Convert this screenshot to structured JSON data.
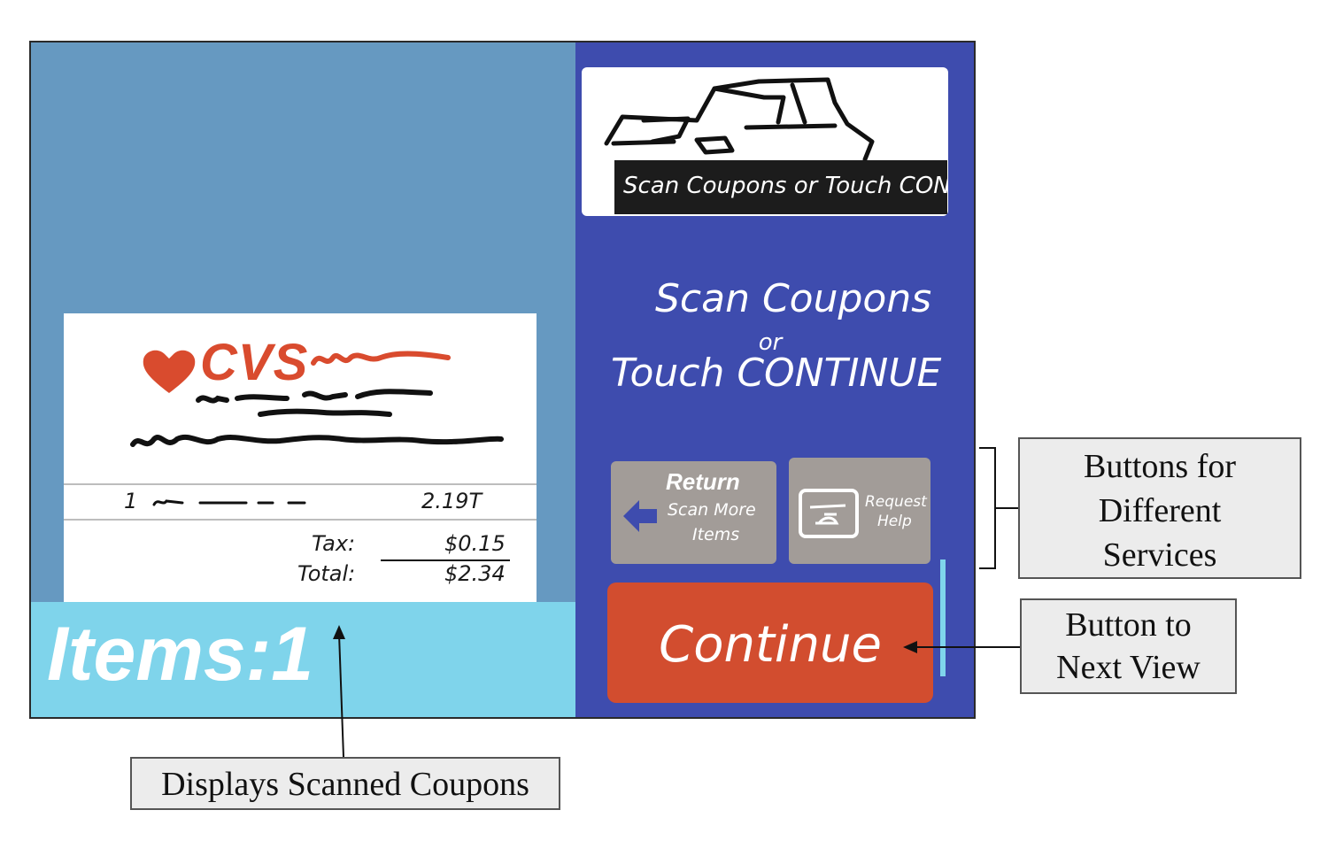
{
  "receipt": {
    "store_name": "CVS",
    "item_qty": "1",
    "item_price": "2.19T",
    "tax_label": "Tax:",
    "tax_value": "$0.15",
    "total_label": "Total:",
    "total_value": "$2.34"
  },
  "items_bar": {
    "label": "Items:1"
  },
  "scanner_card": {
    "caption": "Scan Coupons or Touch CONTINUE"
  },
  "prompt": {
    "line1": "Scan Coupons",
    "or": "or",
    "line2": "Touch CONTINUE"
  },
  "buttons": {
    "return_title": "Return",
    "return_sub1": "Scan More",
    "return_sub2": "Items",
    "help_line1": "Request",
    "help_line2": "Help",
    "continue": "Continue"
  },
  "annotations": {
    "services_line1": "Buttons for",
    "services_line2": "Different",
    "services_line3": "Services",
    "next_line1": "Button to",
    "next_line2": "Next View",
    "coupons": "Displays Scanned Coupons"
  },
  "colors": {
    "left_panel": "#6699c1",
    "right_panel": "#3e4cae",
    "items_bar": "#7fd4eb",
    "accent_red": "#d24d2f",
    "service_button": "#a29c98"
  }
}
